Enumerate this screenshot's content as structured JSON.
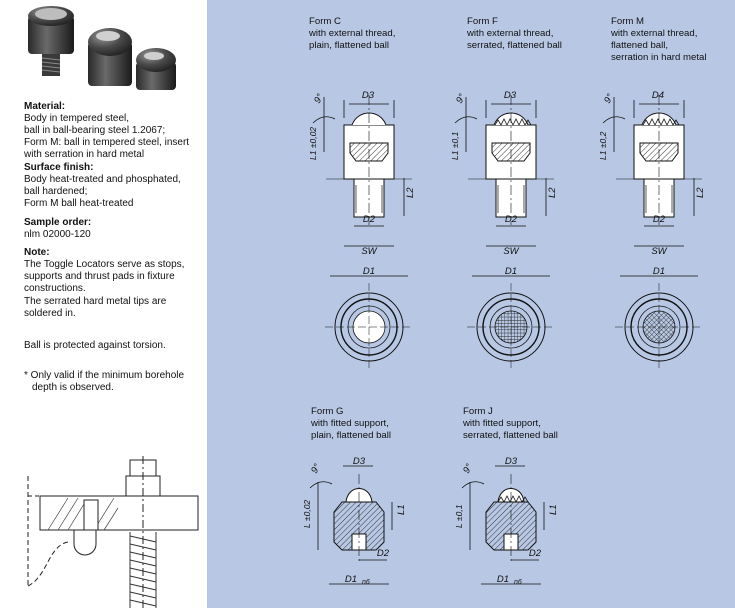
{
  "material": {
    "heading": "Material:",
    "lines": [
      "Body in tempered steel,",
      "ball in ball-bearing steel 1.2067;",
      "Form M: ball in tempered steel, insert",
      "with serration in hard metal"
    ]
  },
  "surface": {
    "heading": "Surface finish:",
    "lines": [
      "Body heat-treated and phosphated,",
      "ball hardened;",
      "Form M ball heat-treated"
    ]
  },
  "sample": {
    "heading": "Sample order:",
    "lines": [
      "nlm 02000-120"
    ]
  },
  "note": {
    "heading": "Note:",
    "lines": [
      "The Toggle Locators serve as stops,",
      "supports and thrust pads in fixture",
      "constructions.",
      "The serrated hard metal tips are",
      "soldered in."
    ]
  },
  "protected": "Ball is protected against torsion.",
  "footnote": [
    "* Only valid if the minimum borehole",
    "depth is observed."
  ],
  "forms": [
    {
      "title": "Form C",
      "desc": [
        "with external thread,",
        "plain, flattened ball"
      ],
      "top_dim": "D3",
      "tol": "L1 ±0,02"
    },
    {
      "title": "Form F",
      "desc": [
        "with external thread,",
        "serrated, flattened ball"
      ],
      "top_dim": "D3",
      "tol": "L1 ±0,1"
    },
    {
      "title": "Form M",
      "desc": [
        "with external thread,",
        "flattened ball,",
        "serration in hard metal"
      ],
      "top_dim": "D4",
      "tol": "L1 ±0,2"
    },
    {
      "title": "Form G",
      "desc": [
        "with fitted support,",
        "plain, flattened ball"
      ],
      "top_dim": "D3",
      "tol": "L ±0,02"
    },
    {
      "title": "Form J",
      "desc": [
        "with fitted support,",
        "serrated, flattened ball"
      ],
      "top_dim": "D3",
      "tol": "L ±0,1"
    }
  ],
  "dims": {
    "angle": "9°",
    "l1": "L1",
    "l2": "L2",
    "d2": "D2",
    "sw": "SW",
    "d1": "D1",
    "d1_fit": "D1",
    "fit": "n6"
  }
}
